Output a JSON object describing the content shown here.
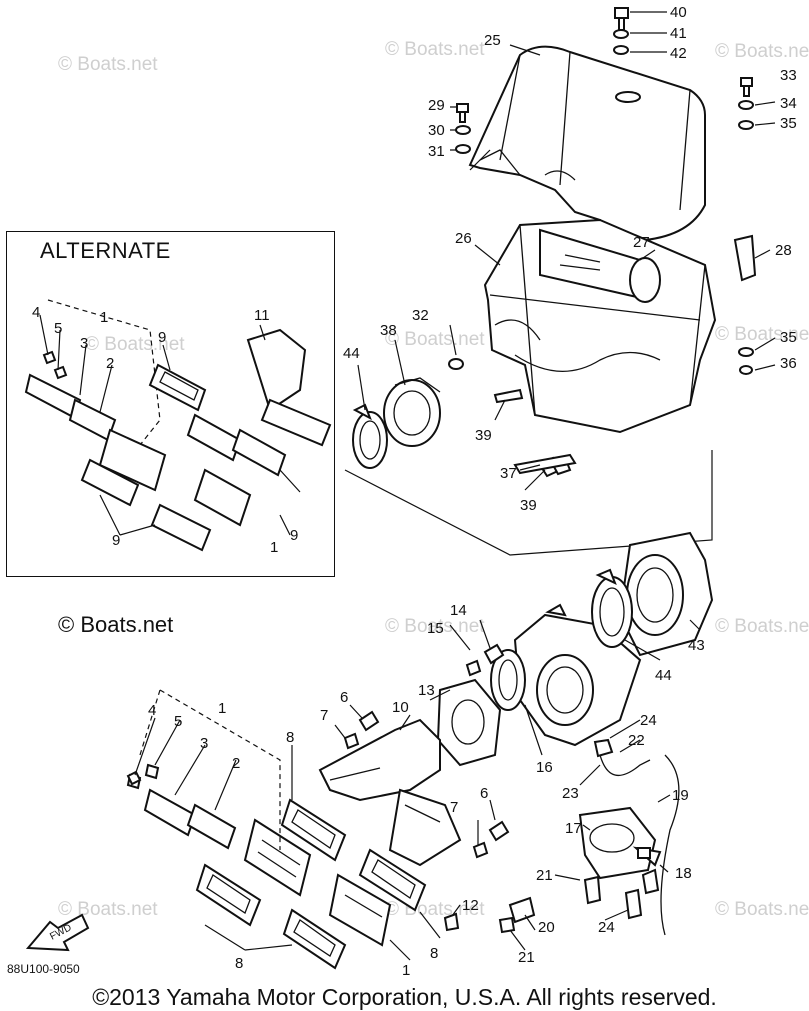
{
  "diagram": {
    "alternate_label": "ALTERNATE",
    "watermark": "© Boats.net",
    "watermark_dark": "© Boats.net",
    "diagram_code": "88U100-9050",
    "fwd_label": "FWD",
    "copyright": "©2013 Yamaha Motor Corporation, U.S.A. All rights reserved.",
    "callouts": [
      "40",
      "41",
      "42",
      "25",
      "33",
      "34",
      "35",
      "29",
      "30",
      "31",
      "26",
      "27",
      "28",
      "32",
      "38",
      "44",
      "35",
      "36",
      "39",
      "37",
      "39",
      "4",
      "5",
      "3",
      "1",
      "2",
      "9",
      "11",
      "9",
      "9",
      "1",
      "14",
      "15",
      "43",
      "44",
      "6",
      "7",
      "10",
      "13",
      "8",
      "16",
      "24",
      "22",
      "23",
      "19",
      "6",
      "7",
      "17",
      "18",
      "21",
      "20",
      "24",
      "21",
      "12",
      "8",
      "8",
      "1",
      "4",
      "5",
      "3",
      "1",
      "2"
    ],
    "colors": {
      "line": "#111111",
      "watermark": "#cfcfcf",
      "background": "#ffffff"
    }
  }
}
